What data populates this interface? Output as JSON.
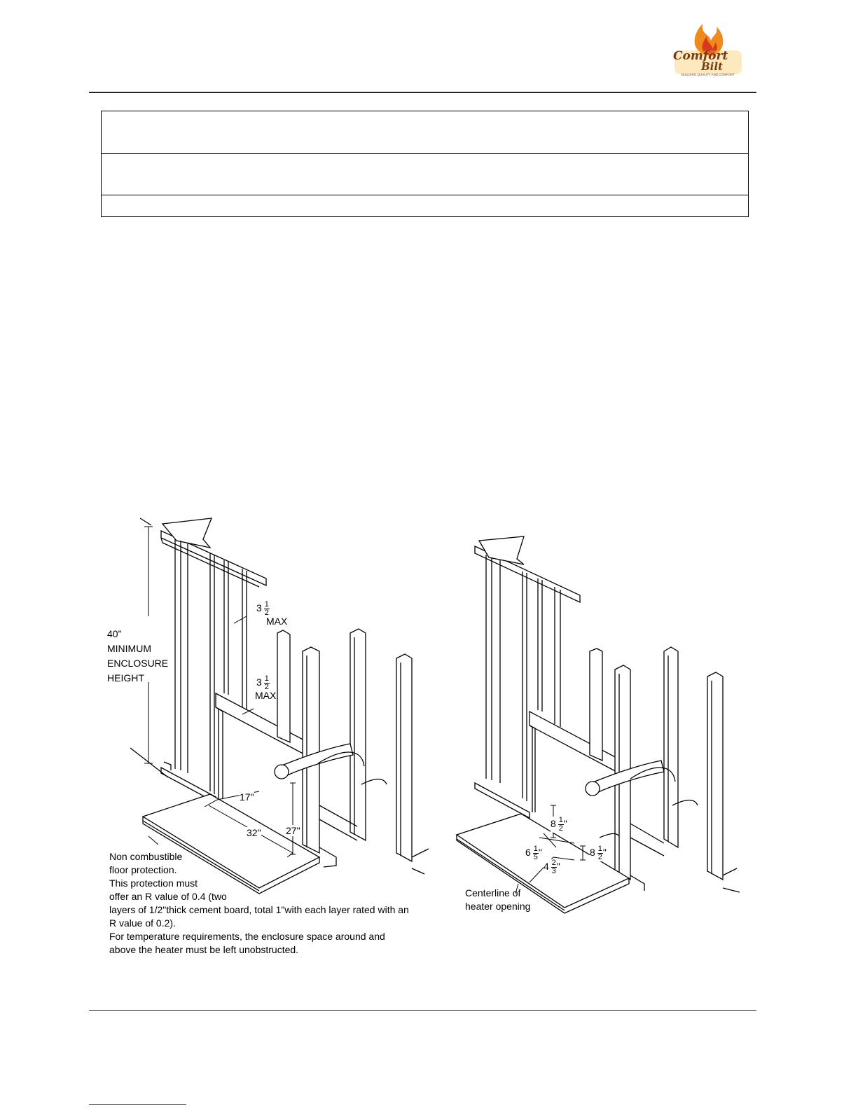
{
  "header": {
    "logo_text_line1": "Comfort",
    "logo_text_line2": "Bilt",
    "logo_tagline": "BUILDING QUALITY AND COMFORT"
  },
  "table": {
    "rows": [
      "",
      "",
      ""
    ]
  },
  "left_figure": {
    "height_label": [
      "40”",
      "MINIMUM",
      "ENCLOSURE",
      "HEIGHT"
    ],
    "dim_top_whole": "3",
    "dim_top_num": "1",
    "dim_top_den": "2",
    "dim_top_max": "MAX",
    "dim_mid_whole": "3",
    "dim_mid_num": "1",
    "dim_mid_den": "2",
    "dim_mid_max": "MAX",
    "dim_17": "17\"",
    "dim_32": "32\"",
    "dim_27": "27\"",
    "caption": [
      "Non combustible",
      "floor protection.",
      "This protection must",
      "offer an R value of 0.4 (two",
      "layers of 1/2\"thick cement board, total 1\"with each layer rated with an",
      "R value of 0.2).",
      "For temperature requirements, the enclosure space around and",
      "above the heater must be left unobstructed."
    ]
  },
  "right_figure": {
    "dim_a_whole": "8",
    "dim_a_num": "1",
    "dim_a_den": "2",
    "dim_a_unit": "\"",
    "dim_b_whole": "6",
    "dim_b_num": "1",
    "dim_b_den": "5",
    "dim_b_unit": "\"",
    "dim_c_whole": "4",
    "dim_c_num": "2",
    "dim_c_den": "3",
    "dim_c_unit": "\"",
    "dim_d_whole": "8",
    "dim_d_num": "1",
    "dim_d_den": "2",
    "dim_d_unit": "\"",
    "caption": [
      "Centerline of",
      "heater opening"
    ]
  },
  "colors": {
    "rule": "#222222",
    "flame_orange": "#f08a1c",
    "flame_red": "#d9381e",
    "logo_brown": "#7a3b10",
    "footer_link": "#1a1aff"
  }
}
